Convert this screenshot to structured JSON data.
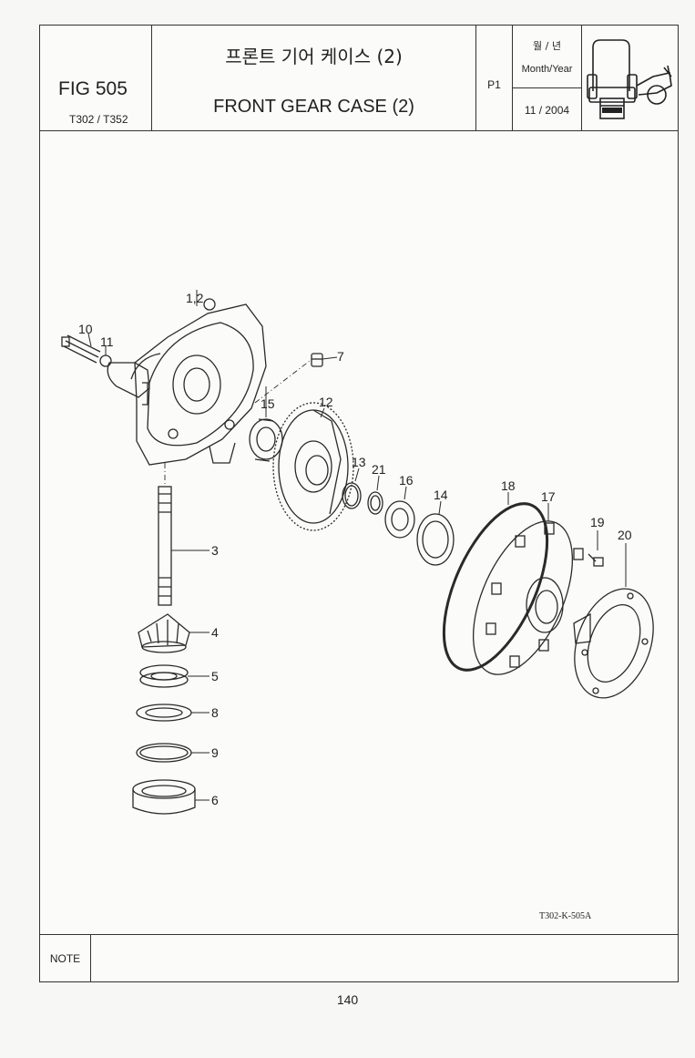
{
  "header": {
    "figure_number": "FIG 505",
    "models": "T302 / T352",
    "title_korean": "프론트 기어 케이스 (2)",
    "title_english": "FRONT GEAR CASE (2)",
    "page_id": "P1",
    "date_label_korean": "월 / 년",
    "date_label_english": "Month/Year",
    "date_value": "11 / 2004"
  },
  "icons": {
    "tractor": "tractor-front-axle-icon"
  },
  "drawing": {
    "code": "T302-K-505A",
    "part_labels": {
      "p12a": "1,2",
      "p3": "3",
      "p4": "4",
      "p5": "5",
      "p6": "6",
      "p7": "7",
      "p8": "8",
      "p9": "9",
      "p10": "10",
      "p11": "11",
      "p12": "12",
      "p13": "13",
      "p14": "14",
      "p15": "15",
      "p16": "16",
      "p17": "17",
      "p18": "18",
      "p19": "19",
      "p20": "20",
      "p21": "21"
    }
  },
  "footer": {
    "note_label": "NOTE",
    "page_number": "140"
  }
}
